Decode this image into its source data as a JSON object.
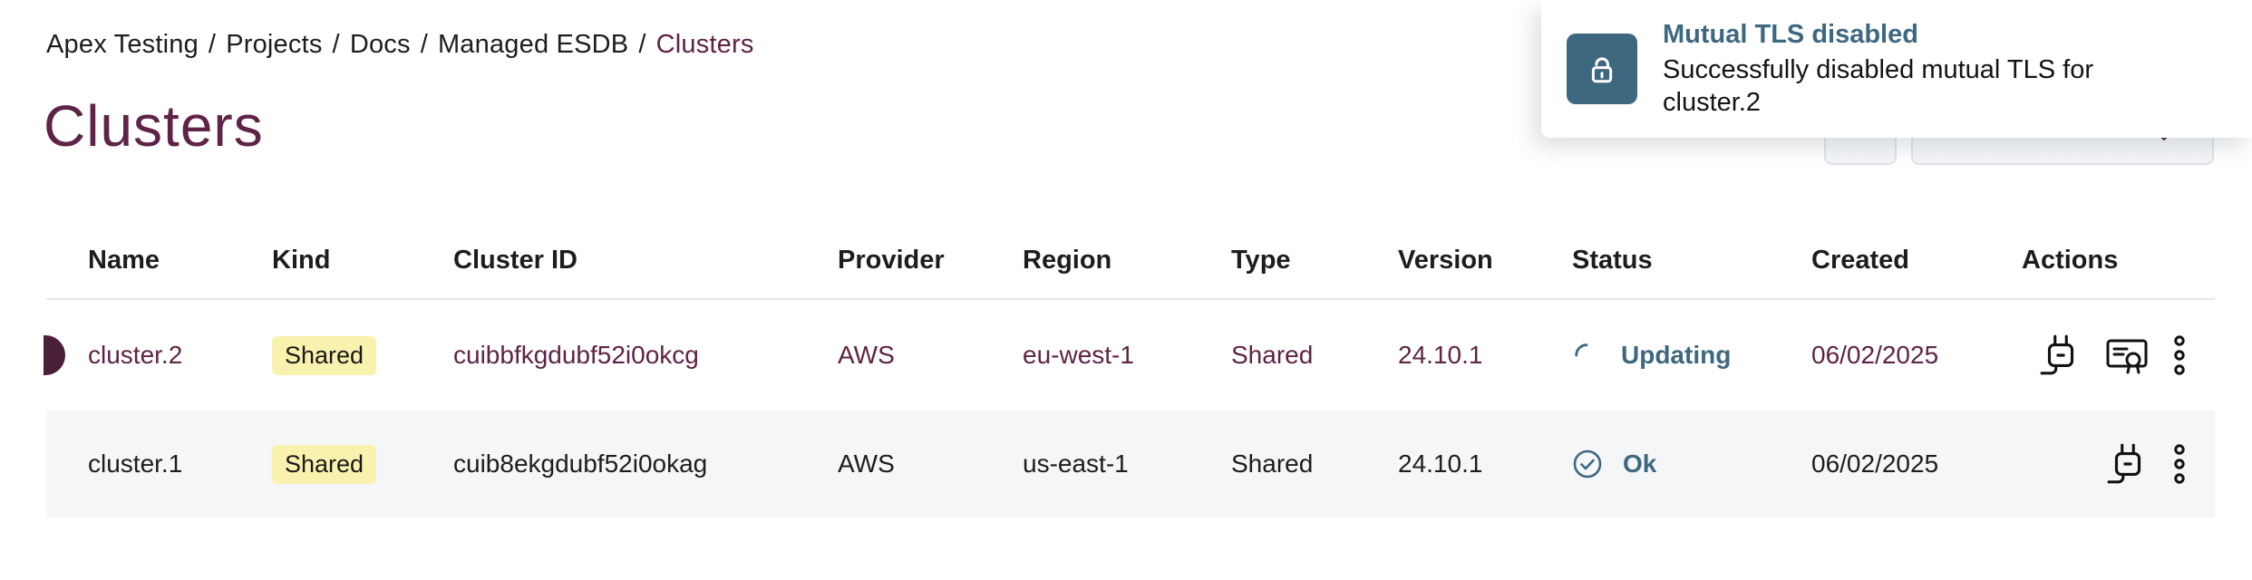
{
  "breadcrumb": {
    "separator": "/",
    "items": [
      {
        "label": "Apex Testing"
      },
      {
        "label": "Projects"
      },
      {
        "label": "Docs"
      },
      {
        "label": "Managed ESDB"
      },
      {
        "label": "Clusters"
      }
    ]
  },
  "page": {
    "title": "Clusters"
  },
  "toast": {
    "title": "Mutual TLS disabled",
    "message": "Successfully disabled mutual TLS for cluster.2",
    "icon": "unlock-icon"
  },
  "table": {
    "columns": [
      "Name",
      "Kind",
      "Cluster ID",
      "Provider",
      "Region",
      "Type",
      "Version",
      "Status",
      "Created",
      "Actions"
    ],
    "rows": [
      {
        "name": "cluster.2",
        "kind": "Shared",
        "cluster_id": "cuibbfkgdubf52i0okcg",
        "provider": "AWS",
        "region": "eu-west-1",
        "type": "Shared",
        "version": "24.10.1",
        "status": "Updating",
        "created": "06/02/2025",
        "selected": true
      },
      {
        "name": "cluster.1",
        "kind": "Shared",
        "cluster_id": "cuib8ekgdubf52i0okag",
        "provider": "AWS",
        "region": "us-east-1",
        "type": "Shared",
        "version": "24.10.1",
        "status": "Ok",
        "created": "06/02/2025",
        "selected": false
      }
    ]
  },
  "colors": {
    "brand_maroon": "#5e2346",
    "accent_teal": "#3e6880",
    "badge_yellow": "#f8f2ae",
    "row_alt_gray": "#f5f6f8",
    "selected_marker": "#4a2038"
  }
}
